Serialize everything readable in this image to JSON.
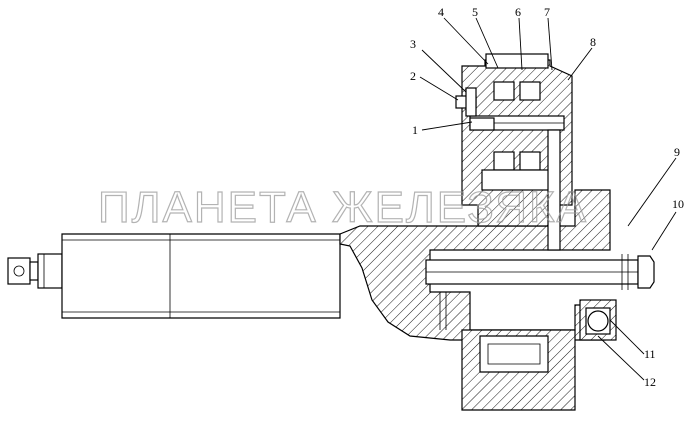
{
  "watermark": "ПЛАНЕТА ЖЕЛЕЗЯКА",
  "callouts": [
    "1",
    "2",
    "3",
    "4",
    "5",
    "6",
    "7",
    "8",
    "9",
    "10",
    "11",
    "12"
  ],
  "colors": {
    "line": "#000000",
    "background": "#ffffff",
    "watermark": "#9a9a9a"
  }
}
